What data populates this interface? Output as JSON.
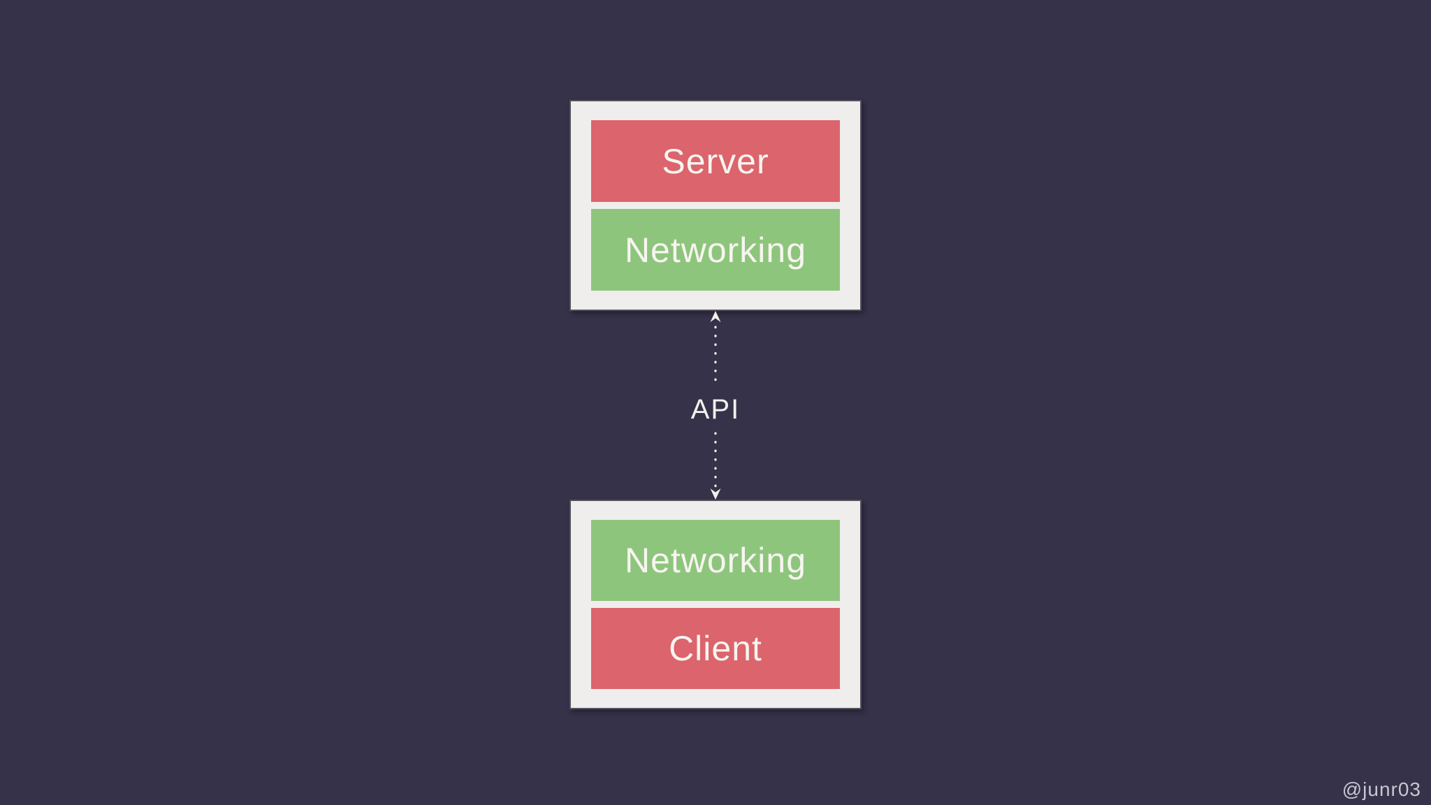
{
  "colors": {
    "background": "#363249",
    "node_background": "#EFEEEC",
    "node_border": "#55525E",
    "red_layer": "#DC646C",
    "green_layer": "#8EC57D",
    "layer_text": "#F7F5F0",
    "connector": "#F2F0EC",
    "watermark_text": "#C9C6D1"
  },
  "diagram": {
    "server_node": {
      "layers": [
        {
          "label": "Server",
          "color": "#DC646C"
        },
        {
          "label": "Networking",
          "color": "#8EC57D"
        }
      ]
    },
    "connector": {
      "label": "API",
      "style": "dotted-double-arrow-vertical"
    },
    "client_node": {
      "layers": [
        {
          "label": "Networking",
          "color": "#8EC57D"
        },
        {
          "label": "Client",
          "color": "#DC646C"
        }
      ]
    }
  },
  "watermark": "@junr03"
}
